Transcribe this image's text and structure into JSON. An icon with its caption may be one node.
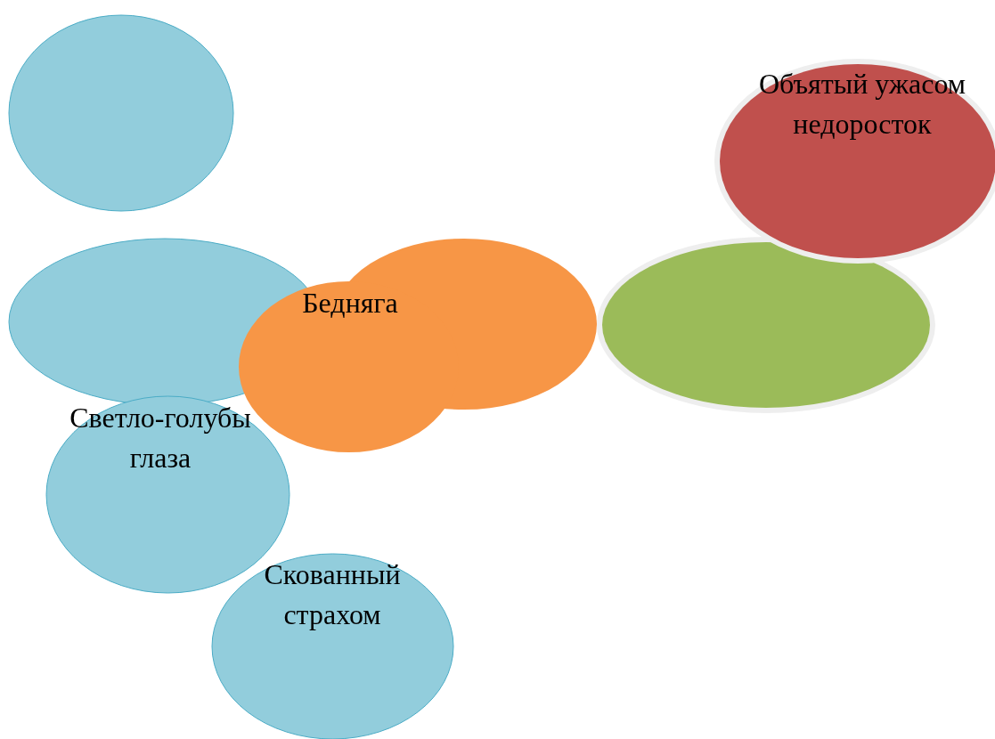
{
  "diagram": {
    "nodes": [
      {
        "text": [],
        "shape": "ellipse"
      },
      {
        "text": [
          "Объятый ужасом недоросток"
        ]
      },
      {
        "text": [],
        "shape": "ellipse"
      },
      {
        "text": [],
        "shape": "ellipse"
      },
      {
        "text": [],
        "shape": "ellipse"
      },
      {
        "text": [
          "Бедняга"
        ]
      },
      {
        "text": [
          "Светло-голубы глаза"
        ]
      },
      {
        "text": [
          "Скованный страхом"
        ]
      }
    ]
  }
}
